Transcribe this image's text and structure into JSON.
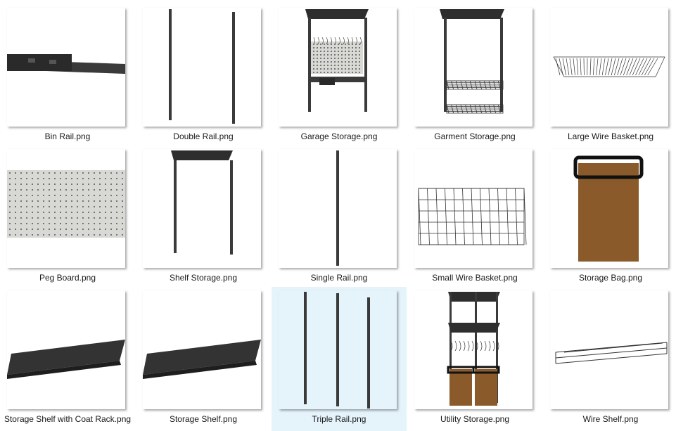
{
  "view": "large-icons",
  "selected_index": 12,
  "colors": {
    "selection_bg": "#e5f3fb",
    "metal": "#3a3a3a",
    "bag": "#8b5a2b",
    "pegboard": "#d8d8d4"
  },
  "files": [
    {
      "name": "Bin Rail.png",
      "thumbnail": "bin-rail"
    },
    {
      "name": "Double Rail.png",
      "thumbnail": "double-rail"
    },
    {
      "name": "Garage Storage.png",
      "thumbnail": "garage-storage"
    },
    {
      "name": "Garment Storage.png",
      "thumbnail": "garment-storage"
    },
    {
      "name": "Large Wire Basket.png",
      "thumbnail": "large-wire-basket"
    },
    {
      "name": "Peg Board.png",
      "thumbnail": "peg-board"
    },
    {
      "name": "Shelf Storage.png",
      "thumbnail": "shelf-storage"
    },
    {
      "name": "Single Rail.png",
      "thumbnail": "single-rail"
    },
    {
      "name": "Small Wire Basket.png",
      "thumbnail": "small-wire-basket"
    },
    {
      "name": "Storage Bag.png",
      "thumbnail": "storage-bag"
    },
    {
      "name": "Storage Shelf with Coat Rack.png",
      "thumbnail": "storage-shelf-coat-rack"
    },
    {
      "name": "Storage Shelf.png",
      "thumbnail": "storage-shelf"
    },
    {
      "name": "Triple Rail.png",
      "thumbnail": "triple-rail"
    },
    {
      "name": "Utility Storage.png",
      "thumbnail": "utility-storage"
    },
    {
      "name": "Wire Shelf.png",
      "thumbnail": "wire-shelf"
    }
  ]
}
